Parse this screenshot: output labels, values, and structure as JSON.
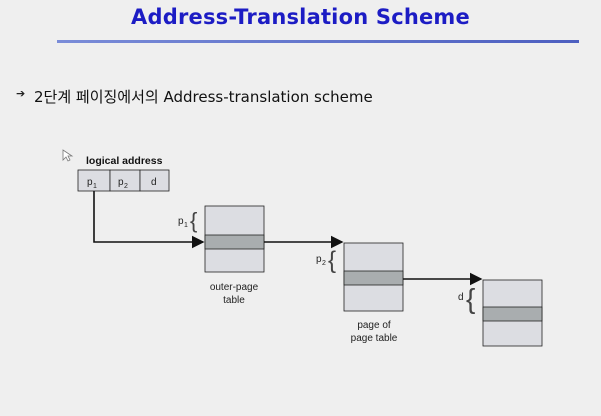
{
  "title": "Address-Translation Scheme",
  "bullet": {
    "icon": "arrow-bullet-icon",
    "text": "2단계 페이징에서의 Address-translation scheme"
  },
  "diagram": {
    "logical_address_label": "logical address",
    "fields": [
      "p1",
      "p2",
      "d"
    ],
    "outer_page_table_label_line1": "outer-page",
    "outer_page_table_label_line2": "table",
    "page_of_page_table_label_line1": "page of",
    "page_of_page_table_label_line2": "page table",
    "offset_labels": {
      "p1": "p1",
      "p2": "p2",
      "d": "d"
    }
  },
  "colors": {
    "title": "#1c1cc4",
    "table_fill": "#dcdde2",
    "highlight_row": "#a9adaf"
  }
}
